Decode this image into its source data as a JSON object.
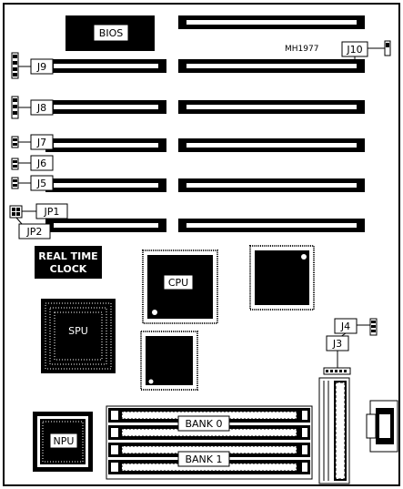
{
  "board": {
    "model": "MH1977",
    "labels": {
      "bios": "BIOS",
      "cpu": "CPU",
      "npu": "NPU",
      "spu": "SPU",
      "rtc_line1": "REAL TIME",
      "rtc_line2": "CLOCK",
      "bank0": "BANK 0",
      "bank1": "BANK 1"
    },
    "jumpers": [
      "J10",
      "J9",
      "J8",
      "J7",
      "J6",
      "J5",
      "JP1",
      "JP2",
      "J4",
      "J3"
    ]
  }
}
